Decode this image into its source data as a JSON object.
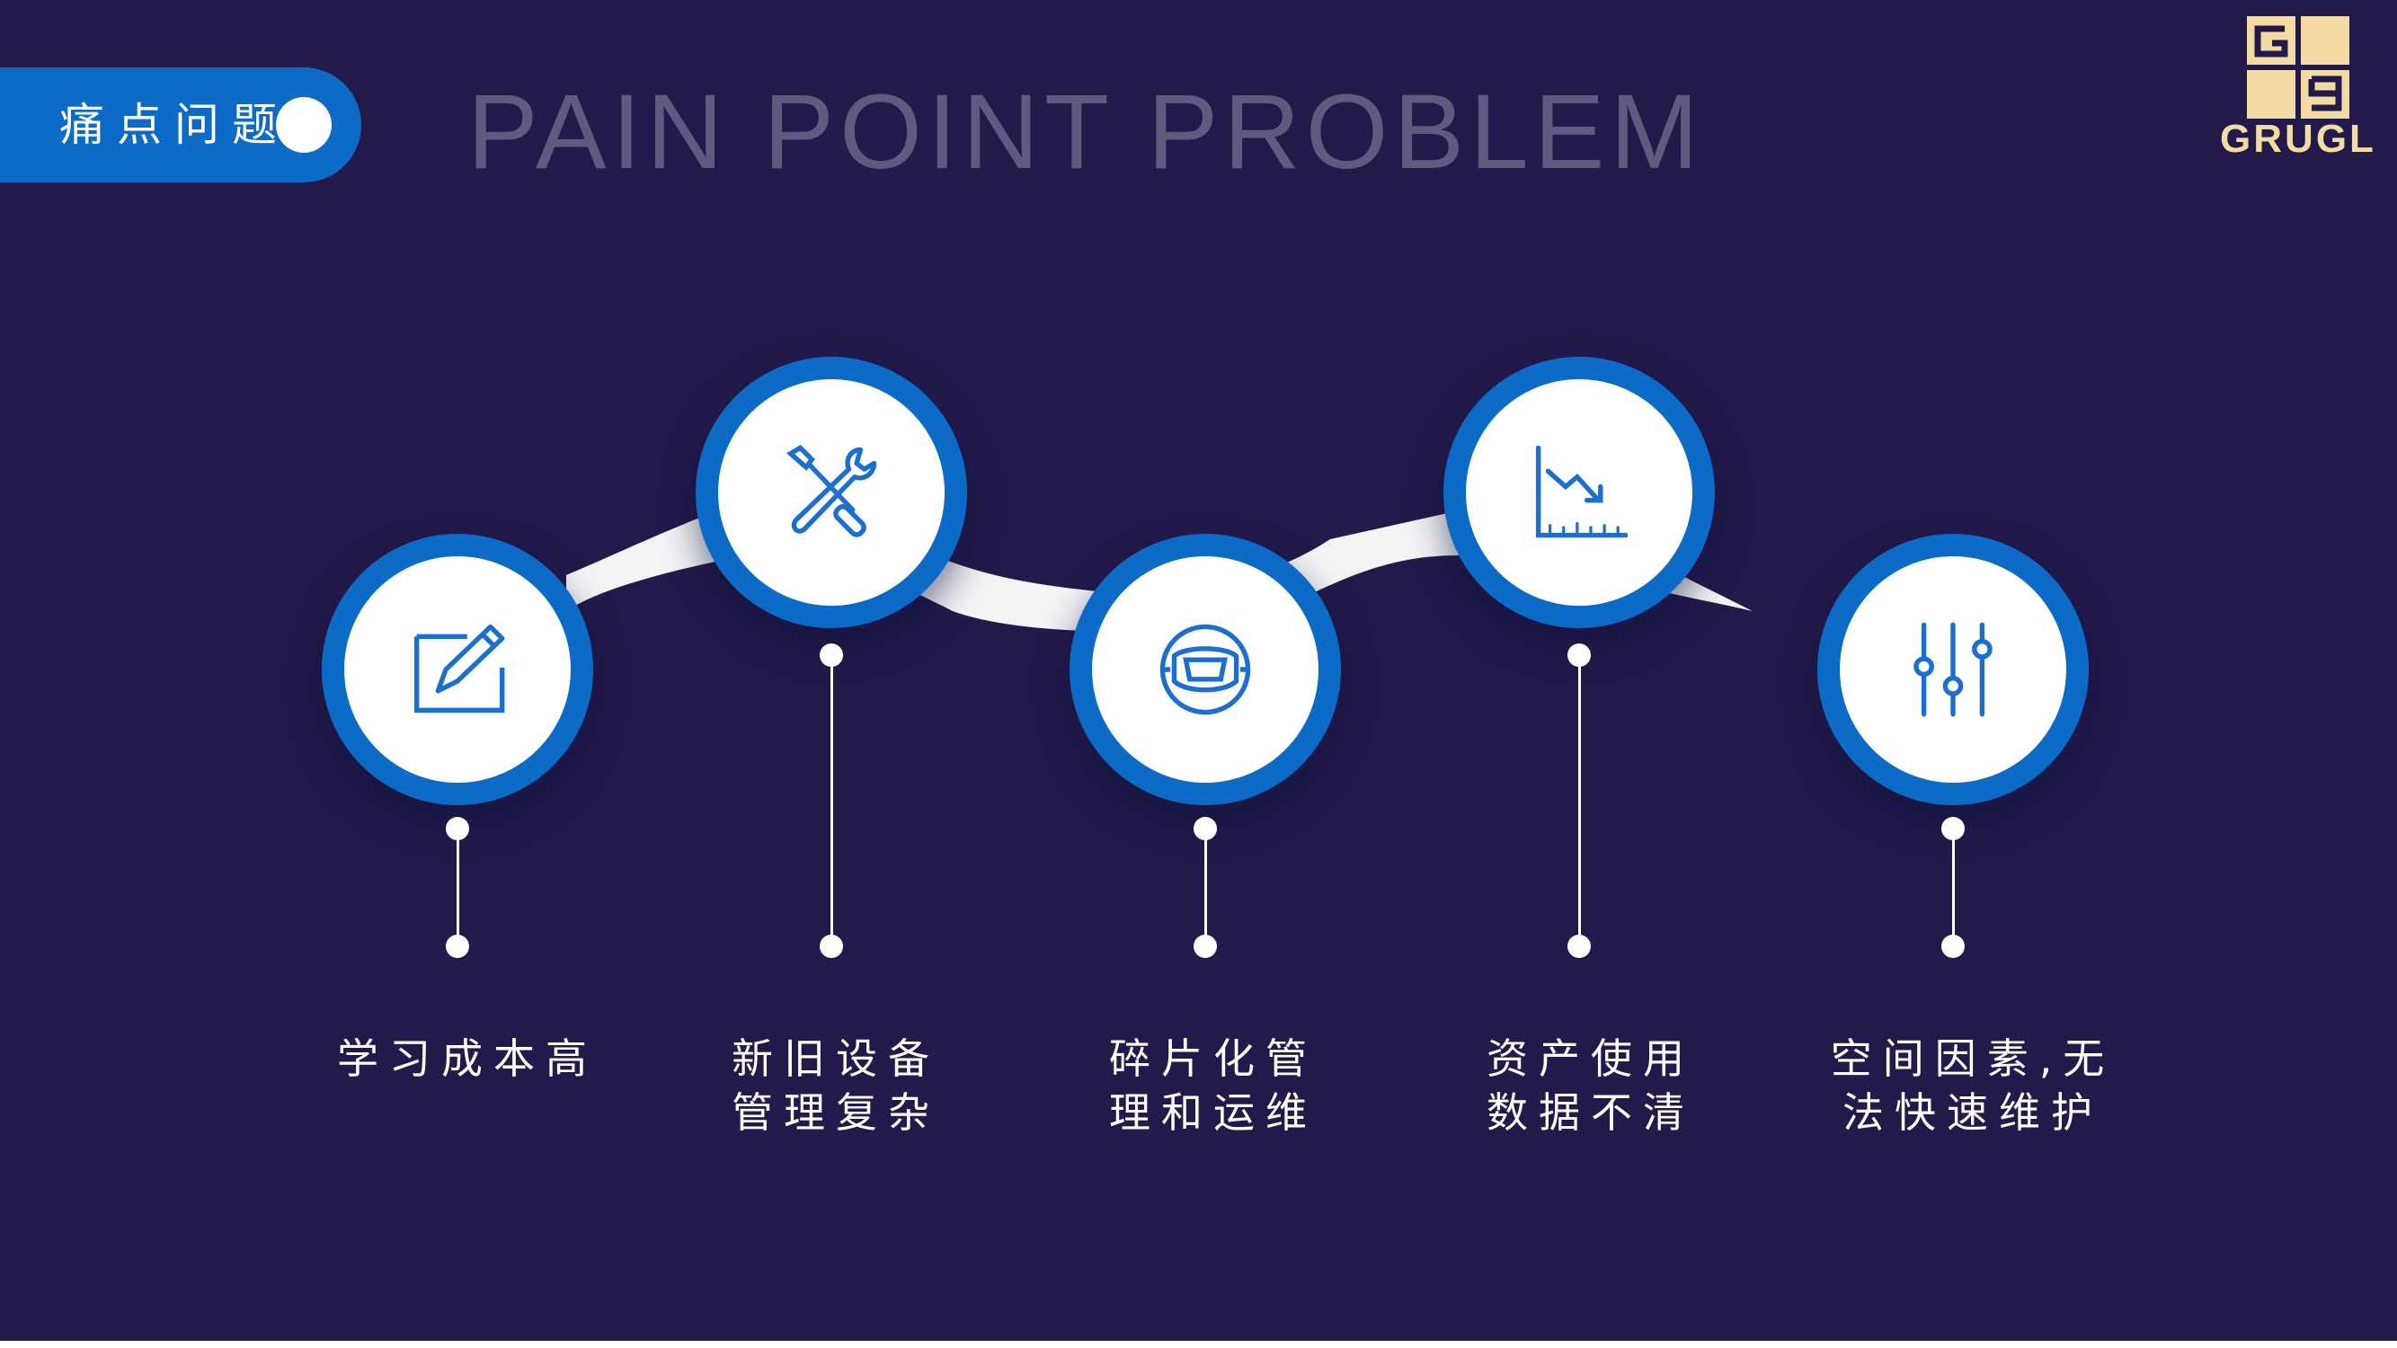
{
  "header": {
    "tag_label": "痛点问题",
    "title": "PAIN POINT PROBLEM",
    "logo_text": "GRUGL"
  },
  "colors": {
    "background": "#23194a",
    "accent": "#0b6bc7",
    "title": "#5e5a80",
    "logo": "#f3dca3"
  },
  "steps": [
    {
      "icon": "edit-pencil-icon",
      "lines": [
        "学习成本高",
        ""
      ]
    },
    {
      "icon": "tools-wrench-screwdriver-icon",
      "lines": [
        "新旧设备",
        "管理复杂"
      ]
    },
    {
      "icon": "robot-vacuum-icon",
      "lines": [
        "碎片化管",
        "理和运维"
      ]
    },
    {
      "icon": "chart-decline-icon",
      "lines": [
        "资产使用",
        "数据不清"
      ]
    },
    {
      "icon": "sliders-adjust-icon",
      "lines": [
        "空间因素,无",
        "法快速维护"
      ]
    }
  ]
}
